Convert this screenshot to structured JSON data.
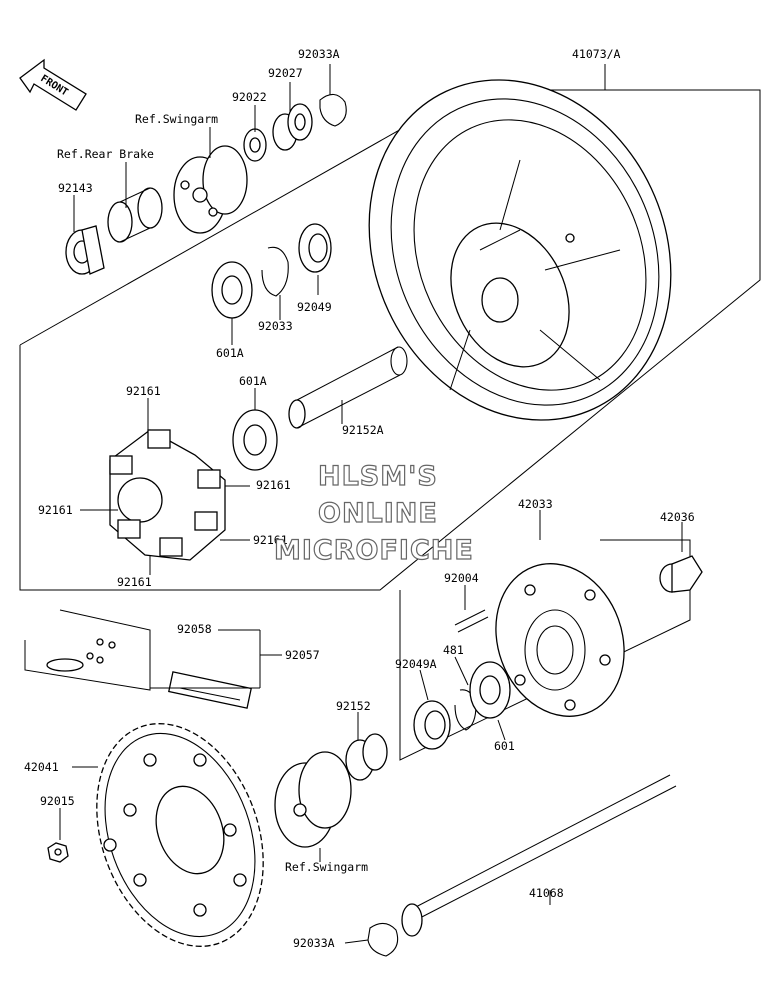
{
  "front_arrow": "FRONT",
  "watermark": [
    "HLSM'S",
    "ONLINE",
    "MICROFICHE"
  ],
  "labels": {
    "p92033A_top": "92033A",
    "p92027": "92027",
    "p92022": "92022",
    "ref_swingarm_top": "Ref.Swingarm",
    "ref_rear_brake": "Ref.Rear Brake",
    "p92143": "92143",
    "p41073A": "41073/A",
    "p92049": "92049",
    "p92033": "92033",
    "p601A_upper": "601A",
    "p601A_lower": "601A",
    "p92152A": "92152A",
    "p92161_top": "92161",
    "p92161_right1": "92161",
    "p92161_left": "92161",
    "p92161_right2": "92161",
    "p92161_bottom": "92161",
    "p42033": "42033",
    "p42036": "42036",
    "p92004": "92004",
    "p92058": "92058",
    "p92057": "92057",
    "p481": "481",
    "p92049A": "92049A",
    "p601": "601",
    "p92152": "92152",
    "p42041": "42041",
    "p92015": "92015",
    "ref_swingarm_bottom": "Ref.Swingarm",
    "p41068": "41068",
    "p92033A_bottom": "92033A"
  }
}
